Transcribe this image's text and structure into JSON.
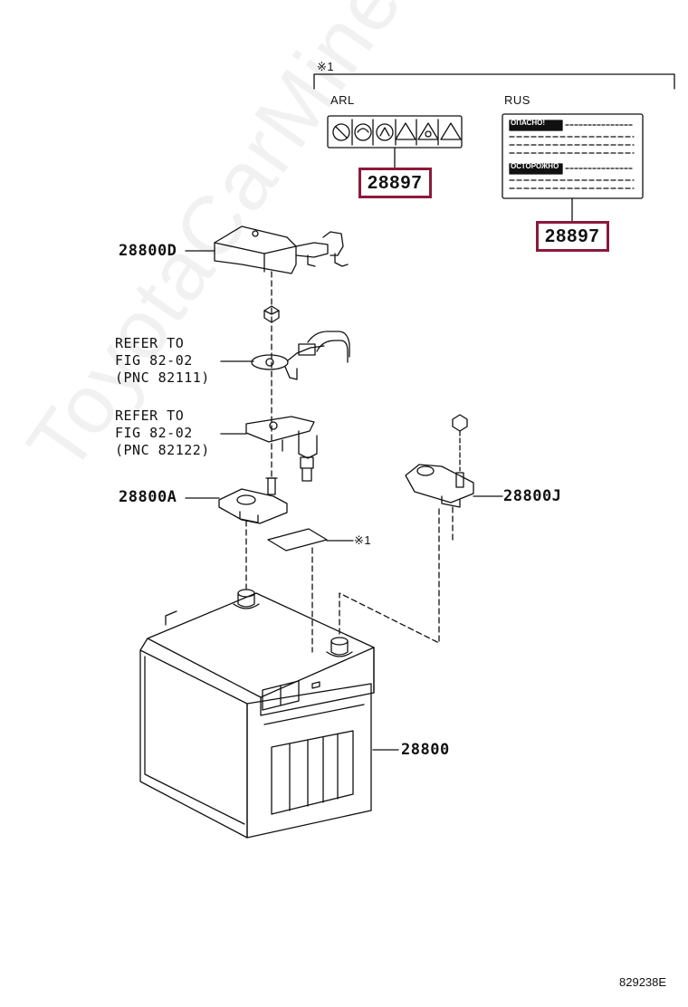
{
  "note_mark": "※1",
  "variants": {
    "arl": {
      "label": "ARL",
      "part": "28897"
    },
    "rus": {
      "label": "RUS",
      "part": "28897",
      "warning_1": "ОПАСНО!",
      "warning_2": "ОСТОРОЖНО"
    }
  },
  "parts": {
    "cover": "28800D",
    "neg_terminal": "28800A",
    "pos_terminal": "28800J",
    "battery": "28800",
    "label_ref": "※1"
  },
  "references": {
    "ref_1": "REFER TO\nFIG 82-02\n(PNC 82111)",
    "ref_2": "REFER TO\nFIG 82-02\n(PNC 82122)"
  },
  "figure_id": "829238E",
  "watermark": "ToyotaCarMine.ru"
}
